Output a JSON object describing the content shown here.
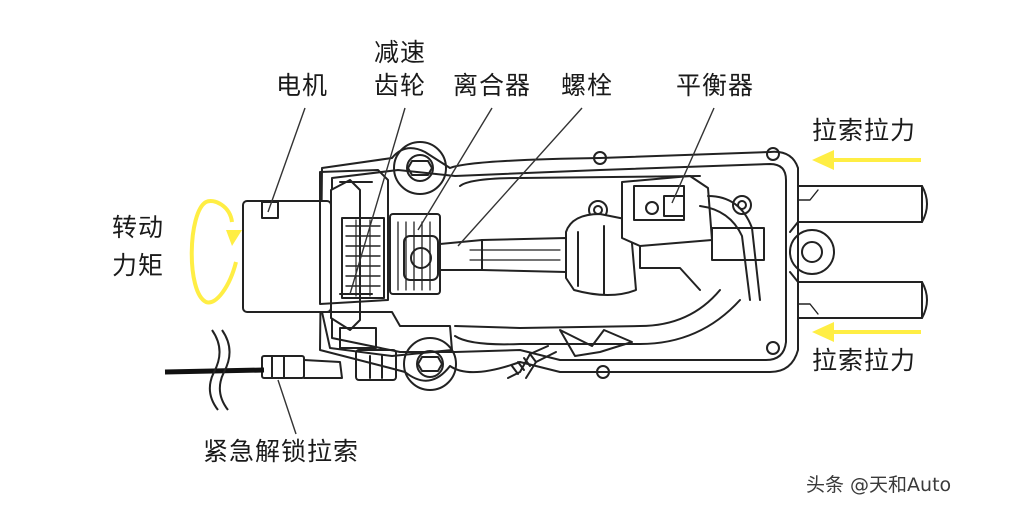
{
  "labels": {
    "motor": "电机",
    "reduction_gear": [
      "减速",
      "齿轮"
    ],
    "clutch": "离合器",
    "bolt": "螺栓",
    "balancer": "平衡器",
    "cable_force_top": "拉索拉力",
    "cable_force_bottom": "拉索拉力",
    "torque": [
      "转动",
      "力矩"
    ],
    "emergency_release_cable": "紧急解锁拉索"
  },
  "watermark": "头条 @天和Auto",
  "colors": {
    "arrow_yellow": "#ffee44",
    "line_dark": "#222222",
    "text": "#1a1a1a"
  }
}
